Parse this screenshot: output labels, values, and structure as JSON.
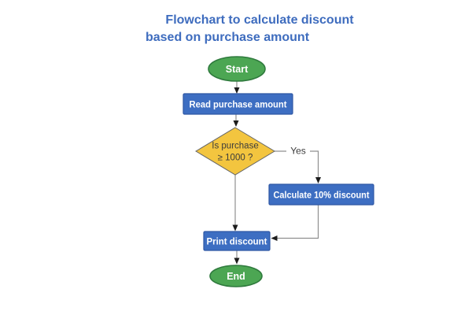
{
  "title": {
    "lines": [
      "Flowchart to calculate discount",
      "based on purchase amount"
    ]
  },
  "nodes": {
    "start": {
      "label": "Start",
      "shape": "terminator"
    },
    "read_purchase": {
      "label": "Read purchase amount",
      "shape": "process"
    },
    "decision": {
      "lines": [
        "Is purchase",
        "≥ 1000 ?"
      ],
      "shape": "decision"
    },
    "calculate_discount": {
      "label": "Calculate 10% discount",
      "shape": "process"
    },
    "print_discount": {
      "label": "Print discount",
      "shape": "process"
    },
    "end": {
      "label": "End",
      "shape": "terminator"
    }
  },
  "edges": {
    "yes_label": "Yes"
  },
  "colors": {
    "title_text": "#3e6cbe",
    "terminator_fill": "#4ca653",
    "terminator_border": "#2f7a3d",
    "process_fill": "#3d6ec2",
    "process_border": "#2f57a4",
    "decision_fill": "#f3c53f",
    "decision_border": "#666666",
    "node_text": "#ffffff",
    "decision_text": "#3b3b3b",
    "connector_line": "#8f8f8f",
    "arrowhead": "#1c1c1c",
    "background": "#ffffff"
  }
}
